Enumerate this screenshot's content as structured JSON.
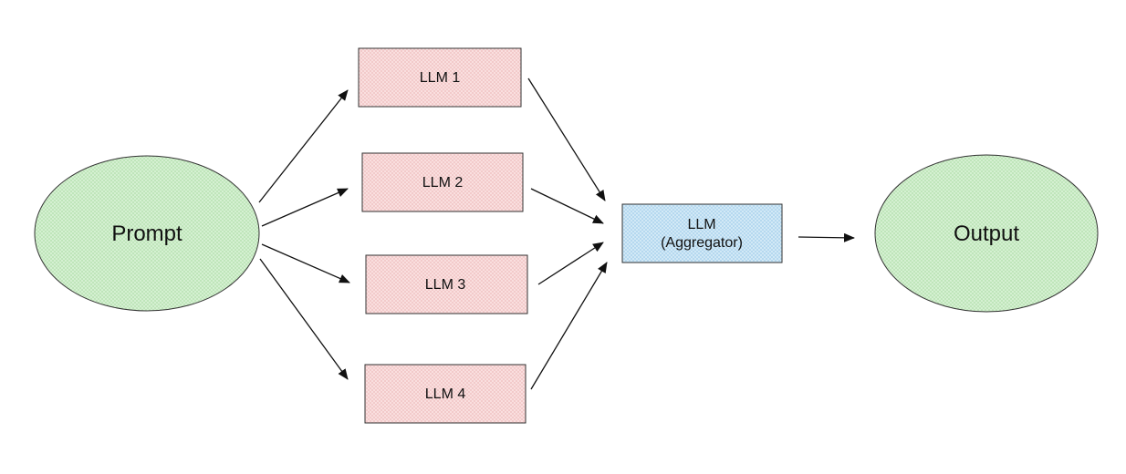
{
  "diagram": {
    "nodes": {
      "prompt": {
        "label": "Prompt",
        "shape": "ellipse",
        "fill": "#cdeec9"
      },
      "llm1": {
        "label": "LLM 1",
        "shape": "rect",
        "fill": "#f7d6d6"
      },
      "llm2": {
        "label": "LLM 2",
        "shape": "rect",
        "fill": "#f7d6d6"
      },
      "llm3": {
        "label": "LLM 3",
        "shape": "rect",
        "fill": "#f7d6d6"
      },
      "llm4": {
        "label": "LLM 4",
        "shape": "rect",
        "fill": "#f7d6d6"
      },
      "aggregator": {
        "label_line1": "LLM",
        "label_line2": "(Aggregator)",
        "shape": "rect",
        "fill": "#c9e4f5"
      },
      "output": {
        "label": "Output",
        "shape": "ellipse",
        "fill": "#cdeec9"
      }
    },
    "edges": [
      {
        "from": "prompt",
        "to": "llm1"
      },
      {
        "from": "prompt",
        "to": "llm2"
      },
      {
        "from": "prompt",
        "to": "llm3"
      },
      {
        "from": "prompt",
        "to": "llm4"
      },
      {
        "from": "llm1",
        "to": "aggregator"
      },
      {
        "from": "llm2",
        "to": "aggregator"
      },
      {
        "from": "llm3",
        "to": "aggregator"
      },
      {
        "from": "llm4",
        "to": "aggregator"
      },
      {
        "from": "aggregator",
        "to": "output"
      }
    ],
    "colors": {
      "stroke": "#222222",
      "arrow": "#111111",
      "green_fill": "#cdeec9",
      "red_fill": "#f7d6d6",
      "blue_fill": "#c9e4f5"
    }
  }
}
